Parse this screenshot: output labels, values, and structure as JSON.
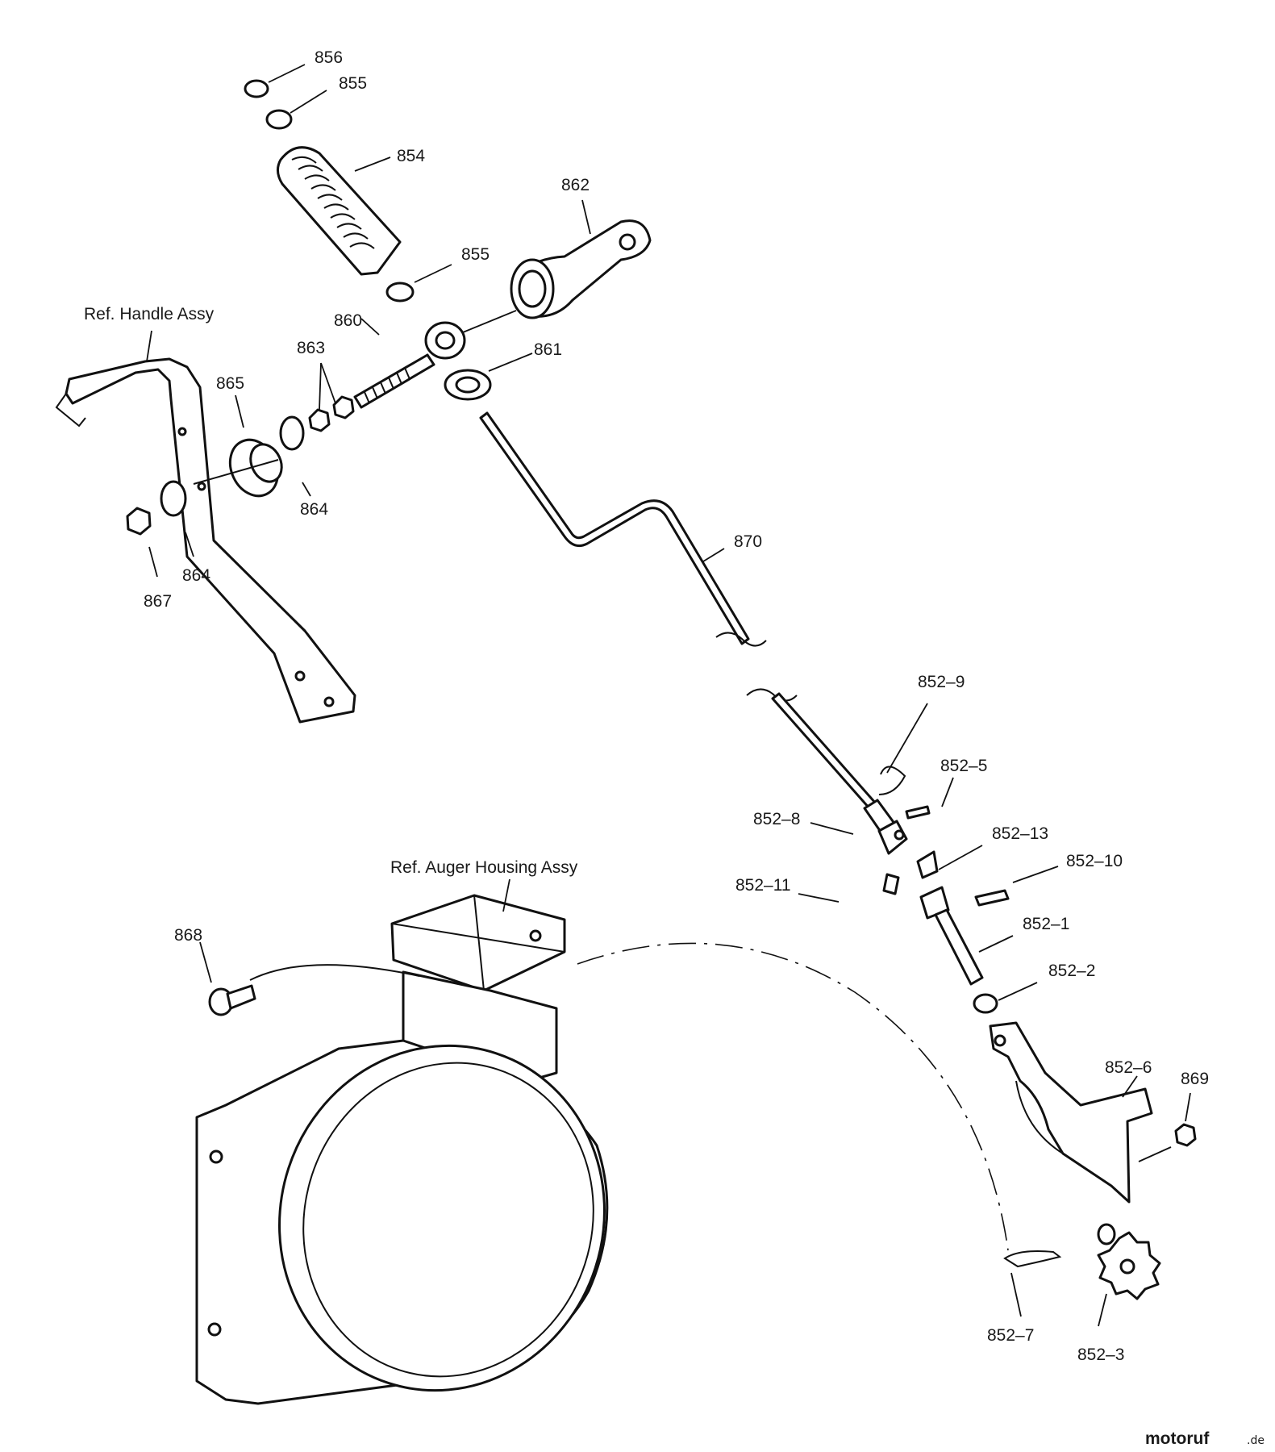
{
  "labels": {
    "l856": "856",
    "l855a": "855",
    "l854": "854",
    "l862": "862",
    "l855b": "855",
    "l860": "860",
    "l861": "861",
    "l863": "863",
    "l865": "865",
    "l864a": "864",
    "l864b": "864",
    "l867": "867",
    "l870": "870",
    "l852_9": "852–9",
    "l852_5": "852–5",
    "l852_8": "852–8",
    "l852_13": "852–13",
    "l852_11": "852–11",
    "l852_10": "852–10",
    "l852_1": "852–1",
    "l852_2": "852–2",
    "l852_6": "852–6",
    "l869": "869",
    "l852_7": "852–7",
    "l852_3": "852–3",
    "l868": "868"
  },
  "references": {
    "handle": "Ref. Handle Assy",
    "auger": "Ref. Auger Housing Assy"
  },
  "watermark": {
    "brand_main": "motoruf",
    "brand_suffix": ".de",
    "color_main": "#3a5a9a",
    "color_accent": "#d8342c"
  }
}
